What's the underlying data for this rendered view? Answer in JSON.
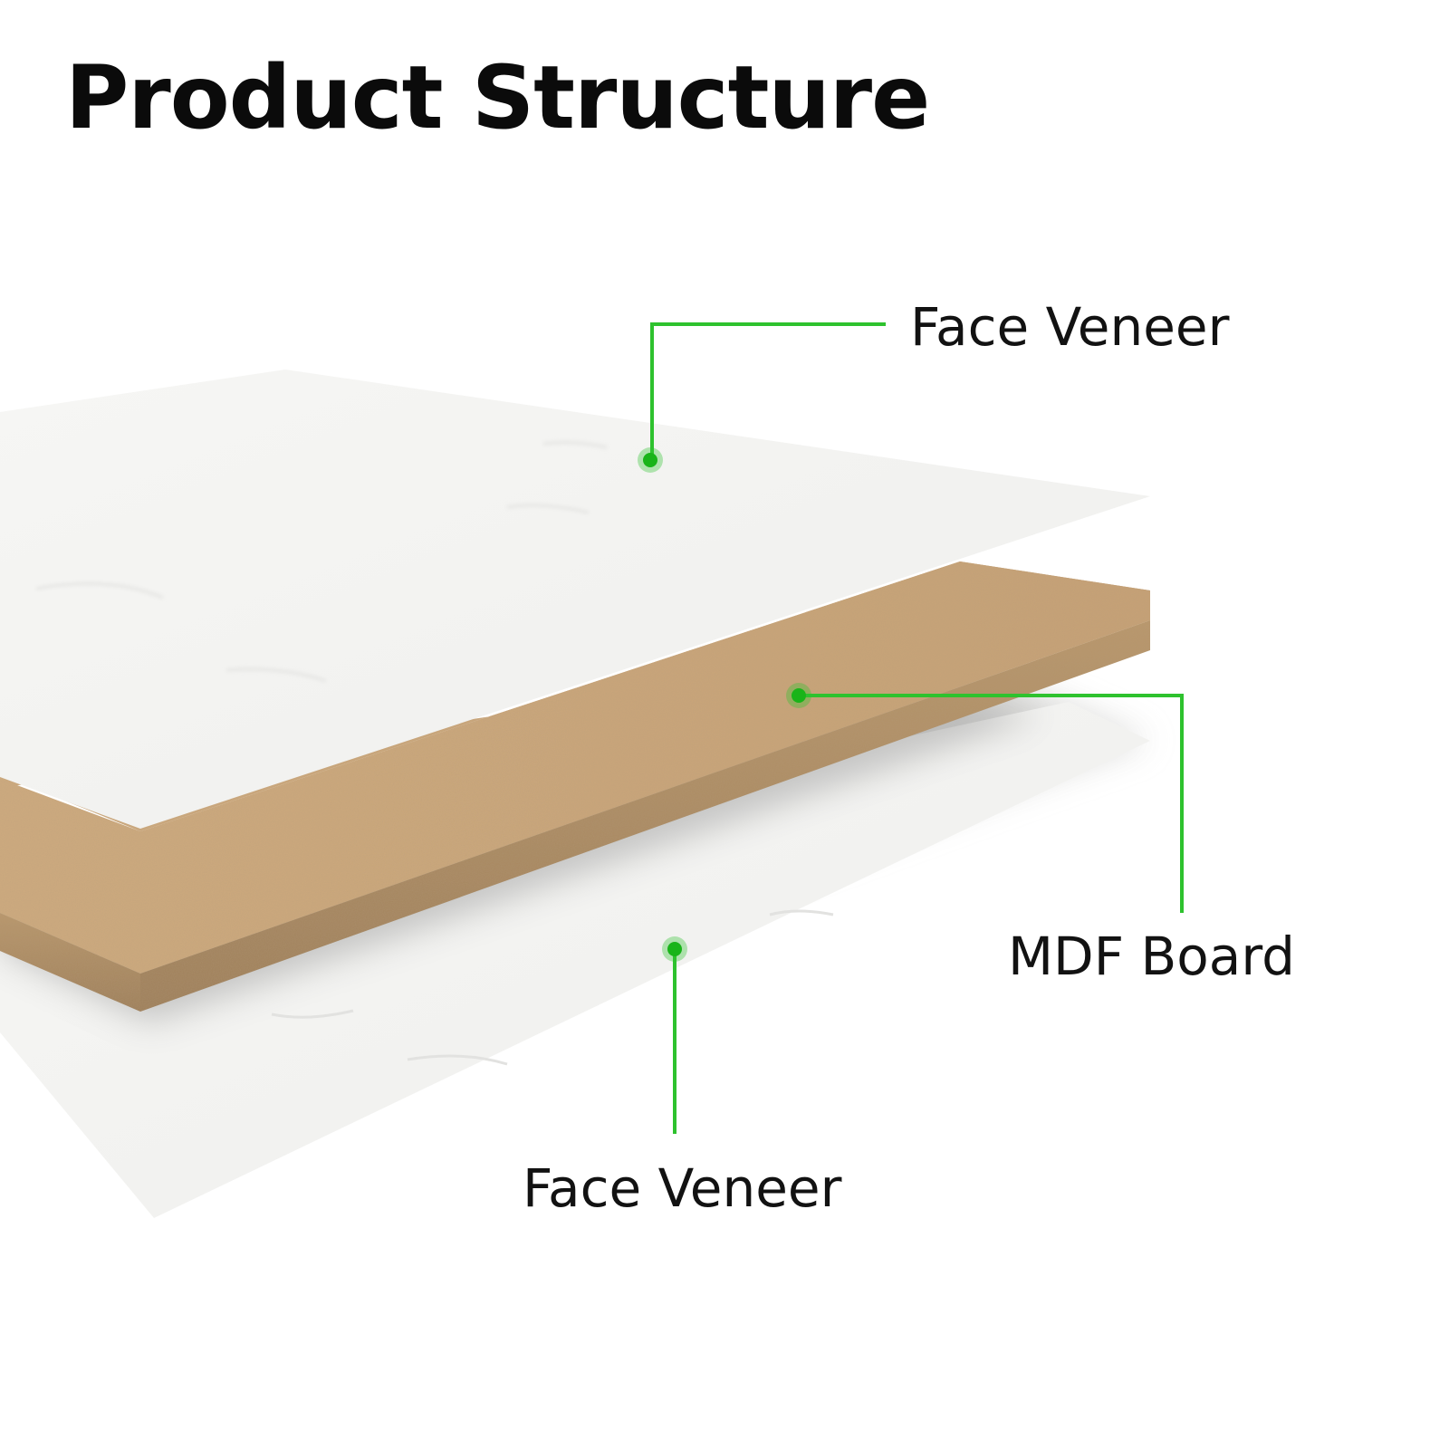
{
  "title": "Product Structure",
  "layers": [
    {
      "id": "top-veneer",
      "label": "Face Veneer",
      "color": "#f4f4f2"
    },
    {
      "id": "mdf-core",
      "label": "MDF Board",
      "color": "#c9a57a"
    },
    {
      "id": "bottom-veneer",
      "label": "Face Veneer",
      "color": "#f4f4f2"
    }
  ],
  "colors": {
    "callout": "#2ec22e",
    "veneer": "#f4f4f2",
    "mdf_face": "#c9a57a",
    "mdf_edge": "#a98a64",
    "background": "#ffffff",
    "text": "#121212"
  }
}
